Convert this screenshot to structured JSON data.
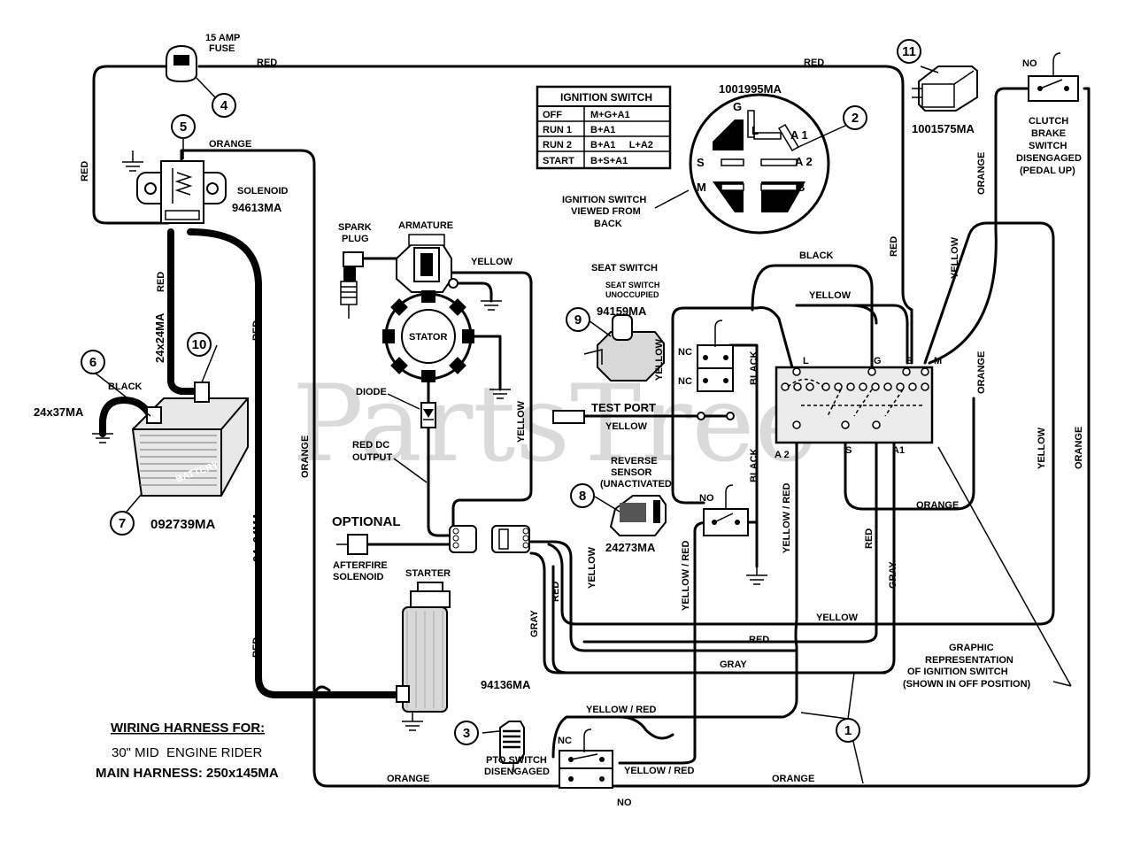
{
  "watermark": "PartsTree",
  "callouts": {
    "n1": "1",
    "n2": "2",
    "n3": "3",
    "n4": "4",
    "n5": "5",
    "n6": "6",
    "n7": "7",
    "n8": "8",
    "n9": "9",
    "n10": "10",
    "n11": "11"
  },
  "fuse": {
    "line1": "15 AMP",
    "line2": "FUSE"
  },
  "solenoid": {
    "label": "SOLENOID",
    "part": "94613MA"
  },
  "battery": {
    "label": "BATTERY",
    "part": "092739MA",
    "ground_cable": "24x37MA"
  },
  "ignition_table": {
    "title": "IGNITION SWITCH",
    "rows": [
      {
        "pos": "OFF",
        "circuit": "M+G+A1"
      },
      {
        "pos": "RUN 1",
        "circuit": "B+A1"
      },
      {
        "pos": "RUN 2",
        "circuit": "B+A1     L+A2"
      },
      {
        "pos": "START",
        "circuit": "B+S+A1"
      }
    ]
  },
  "ignition_switch": {
    "part": "1001995MA",
    "view_note": [
      "IGNITION SWITCH",
      "VIEWED FROM",
      "BACK"
    ],
    "terminals": {
      "G": "G",
      "L": "L",
      "A1": "A 1",
      "A2": "A 2",
      "S": "S",
      "M": "M",
      "B": "B"
    }
  },
  "pto_connector": {
    "part": "1001575MA"
  },
  "clutch_switch": {
    "no": "NO",
    "lines": [
      "CLUTCH",
      "BRAKE",
      "SWITCH",
      "DISENGAGED",
      "(PEDAL UP)"
    ]
  },
  "engine": {
    "spark_plug": [
      "SPARK",
      "PLUG"
    ],
    "armature": "ARMATURE",
    "stator": "STATOR",
    "diode": "DIODE",
    "red_dc": [
      "RED DC",
      "OUTPUT"
    ]
  },
  "seat_switch": {
    "title": "SEAT SWITCH",
    "sub": [
      "SEAT SWITCH",
      "UNOCCUPIED"
    ],
    "part": "94159MA",
    "nc1": "NC",
    "nc2": "NC"
  },
  "test_port": "TEST PORT",
  "reverse_sensor": {
    "lines": [
      "REVERSE",
      "SENSOR",
      "(UNACTIVATED"
    ],
    "part": "24273MA",
    "no": "NO"
  },
  "optional": "OPTIONAL",
  "afterfire": [
    "AFTERFIRE",
    "SOLENOID"
  ],
  "starter": "STARTER",
  "pto_switch": {
    "part": "94136MA",
    "lines": [
      "PTO SWITCH",
      "DISENGAGED"
    ],
    "nc": "NC",
    "no": "NO"
  },
  "graphic_note": [
    "GRAPHIC",
    "REPRESENTATION",
    "OF IGNITION SWITCH",
    "(SHOWN IN OFF POSITION)"
  ],
  "switch_block_terminals": {
    "L": "L",
    "G": "G",
    "B": "B",
    "M": "M",
    "A2": "A 2",
    "S": "S",
    "A1": "A1"
  },
  "harness": {
    "title": "WIRING HARNESS FOR:",
    "model": "30\" MID  ENGINE RIDER",
    "main": "MAIN HARNESS: 250x145MA"
  },
  "wire_labels": {
    "red_top_left": "RED",
    "red_top_right": "RED",
    "red_left_vert": "RED",
    "orange_sol": "ORANGE",
    "red_bat": "RED",
    "cable_24a": "24x24MA",
    "red_mid": "RED",
    "cable_24b": "24x24MA",
    "red_low": "RED",
    "orange_left": "ORANGE",
    "black_bat": "BLACK",
    "yellow_arm": "YELLOW",
    "yellow_stator": "YELLOW",
    "yellow_seat": "YELLOW",
    "black_seat": "BLACK",
    "black_seat2": "BLACK",
    "yellow_test": "YELLOW",
    "black_top": "BLACK",
    "yellow_top": "YELLOW",
    "red_right_vert": "RED",
    "orange_clutch": "ORANGE",
    "yellow_clutch": "YELLOW",
    "orange_right1": "ORANGE",
    "yellow_right": "YELLOW",
    "orange_right2": "ORANGE",
    "orange_mid": "ORANGE",
    "yellow_red_v1": "YELLOW / RED",
    "yellow_red_v2": "YELLOW / RED",
    "red_v3": "RED",
    "gray_v": "GRAY",
    "yellow_h": "YELLOW",
    "red_h": "RED",
    "gray_h": "GRAY",
    "yellow_v4": "YELLOW",
    "red_v5": "RED",
    "gray_v6": "GRAY",
    "yellow_red_h1": "YELLOW / RED",
    "yellow_red_h2": "YELLOW / RED",
    "orange_bottom1": "ORANGE",
    "orange_bottom2": "ORANGE"
  }
}
